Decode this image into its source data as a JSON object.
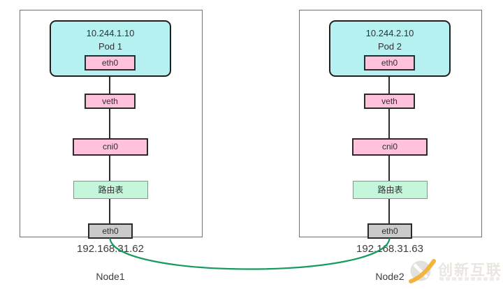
{
  "nodes": [
    {
      "name": "Node1",
      "host_ip": "192.168.31.62",
      "pod": {
        "ip": "10.244.1.10",
        "name": "Pod 1",
        "nic": "eth0"
      },
      "veth": "veth",
      "bridge": "cni0",
      "route_table": "路由表",
      "host_nic": "eth0"
    },
    {
      "name": "Node2",
      "host_ip": "192.168.31.63",
      "pod": {
        "ip": "10.244.2.10",
        "name": "Pod 2",
        "nic": "eth0"
      },
      "veth": "veth",
      "bridge": "cni0",
      "route_table": "路由表",
      "host_nic": "eth0"
    }
  ],
  "colors": {
    "pod_fill": "#b5f1f1",
    "nic_fill": "#ffc1dc",
    "route_fill": "#c3f6da",
    "host_nic_fill": "#cacaca",
    "connector": "#2b2b2b",
    "link": "#169a5f",
    "watermark_yellow": "#f3b43d"
  },
  "watermark": {
    "brand": "创新互联"
  }
}
